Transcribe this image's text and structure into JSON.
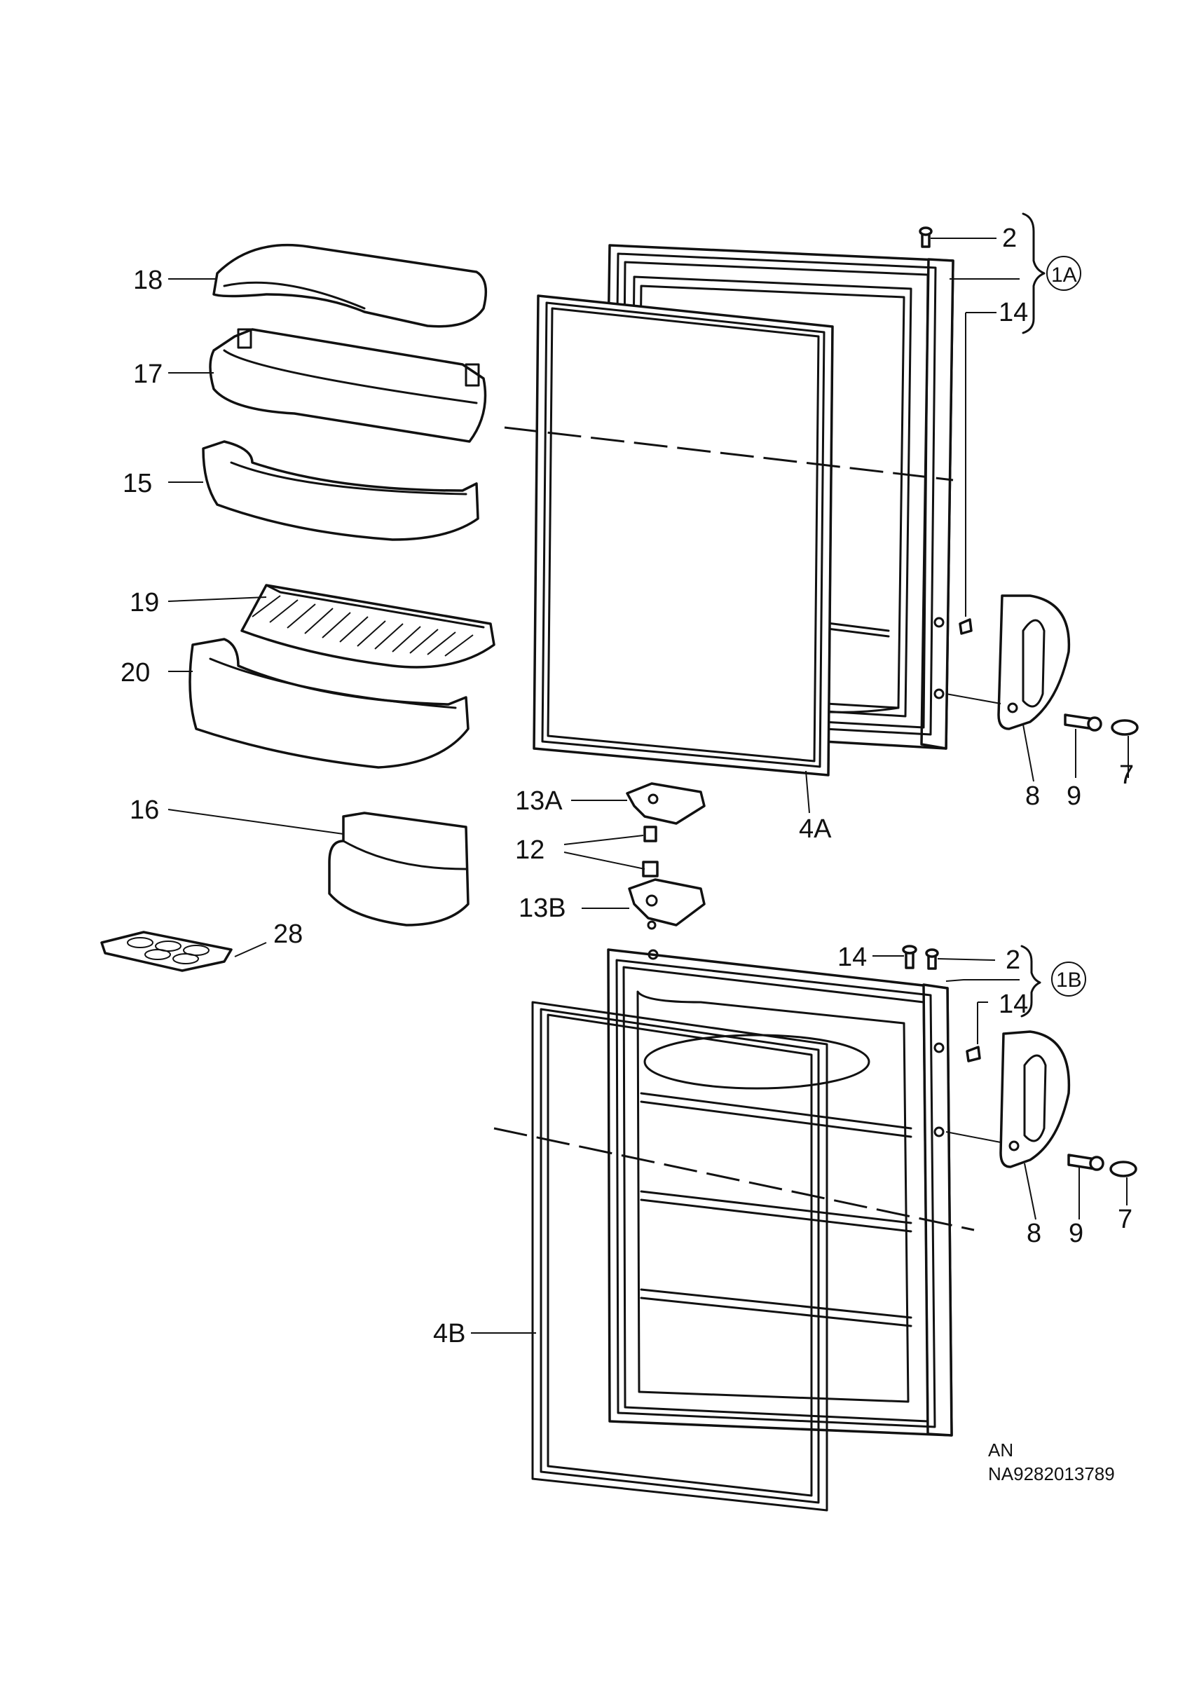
{
  "labels": {
    "l2a": "2",
    "l1a": "1A",
    "l14a": "14",
    "l18": "18",
    "l17": "17",
    "l15": "15",
    "l19": "19",
    "l20": "20",
    "l8a": "8",
    "l9a": "9",
    "l7a": "7",
    "l4a": "4A",
    "l13a": "13A",
    "l12": "12",
    "l16": "16",
    "l13b": "13B",
    "l28": "28",
    "l14b1": "14",
    "l2b": "2",
    "l1b": "1B",
    "l14b2": "14",
    "l8b": "8",
    "l9b": "9",
    "l7b": "7",
    "l4b": "4B"
  },
  "footer": {
    "line1": "AN",
    "line2": "NA9282013789"
  }
}
